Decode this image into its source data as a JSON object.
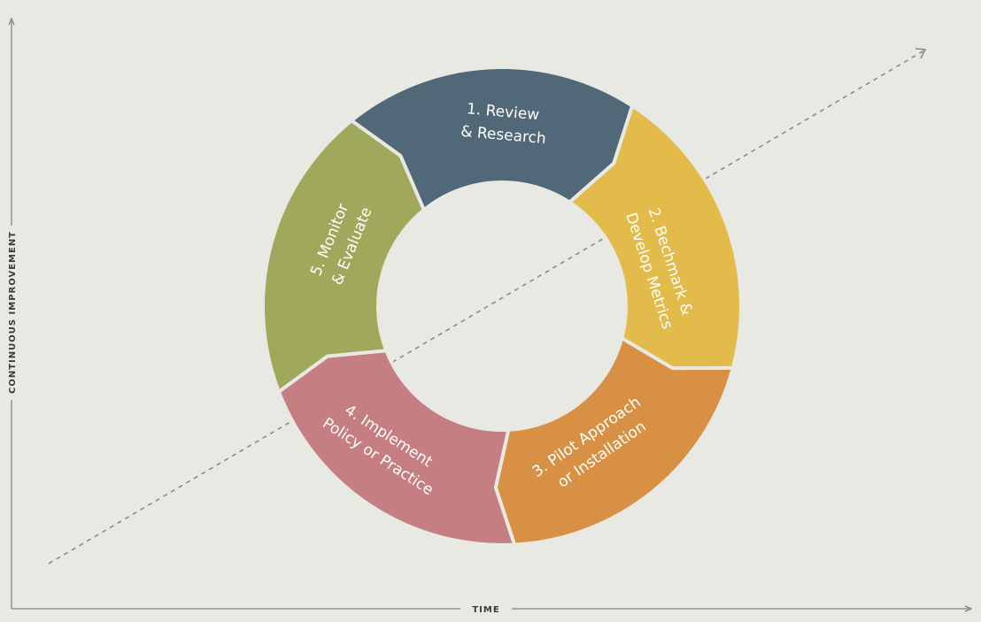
{
  "axes": {
    "y_label": "CONTINUOUS IMPROVEMENT",
    "x_label": "TIME"
  },
  "colors": {
    "background": "#e9e9e3",
    "axis": "#666666",
    "trend_line": "#8a8a8a"
  },
  "cycle": {
    "segments": [
      {
        "lines": [
          "1. Review",
          "& Research"
        ],
        "color": "#e2bb4a"
      },
      {
        "lines": [
          "2. Bechmark &",
          "Develop Metrics"
        ],
        "color": "#d89144"
      },
      {
        "lines": [
          "3. Pilot Approach",
          "or Installation"
        ],
        "color": "#c57e82"
      },
      {
        "lines": [
          "4. Implement",
          "Policy or Practice"
        ],
        "color": "#a0a85b"
      },
      {
        "lines": [
          "5. Monitor",
          "& Evaluate"
        ],
        "color": "#506877"
      }
    ]
  }
}
